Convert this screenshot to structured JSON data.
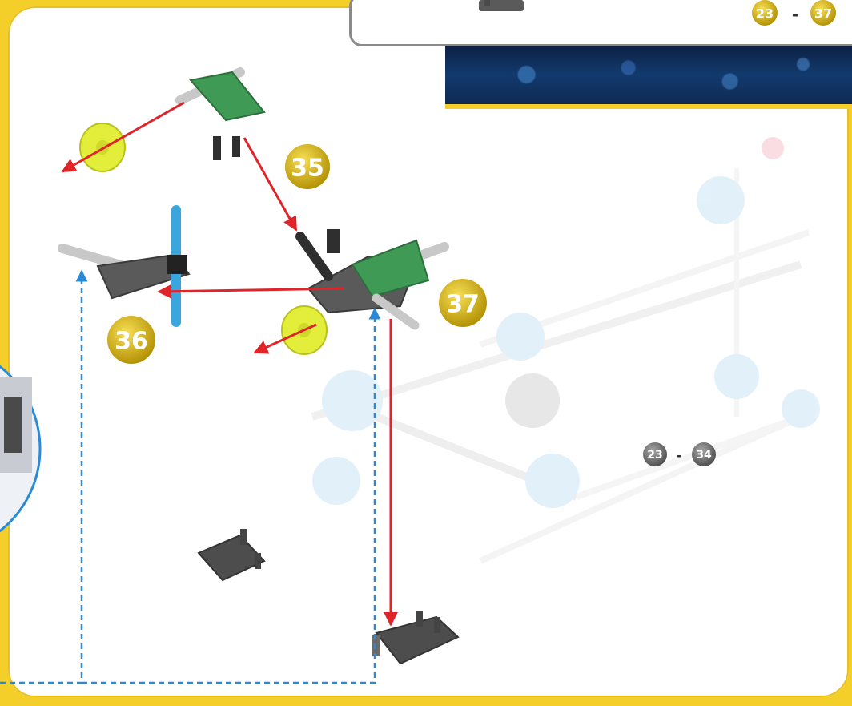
{
  "page": {
    "top_range": {
      "from": "23",
      "to": "37",
      "separator": "-"
    },
    "inset_range": {
      "from": "23",
      "to": "34",
      "separator": "-"
    }
  },
  "steps": [
    {
      "number": "35"
    },
    {
      "number": "36"
    },
    {
      "number": "37"
    }
  ],
  "colors": {
    "frame_yellow": "#f4cf2a",
    "arrow_red": "#e0242a",
    "guide_blue": "#2a8ad6",
    "badge_gold": "#c9a400",
    "badge_gray": "#6a6a6a",
    "part_green": "#3f9a55",
    "part_blue": "#3aa6dd",
    "part_gray": "#5a5a5a",
    "wheel_yellow": "#e3ee3a"
  },
  "icons": [
    "yellow-wheel-icon",
    "green-connector-icon",
    "blue-rod-icon",
    "gray-connector-icon",
    "white-rod-icon"
  ]
}
